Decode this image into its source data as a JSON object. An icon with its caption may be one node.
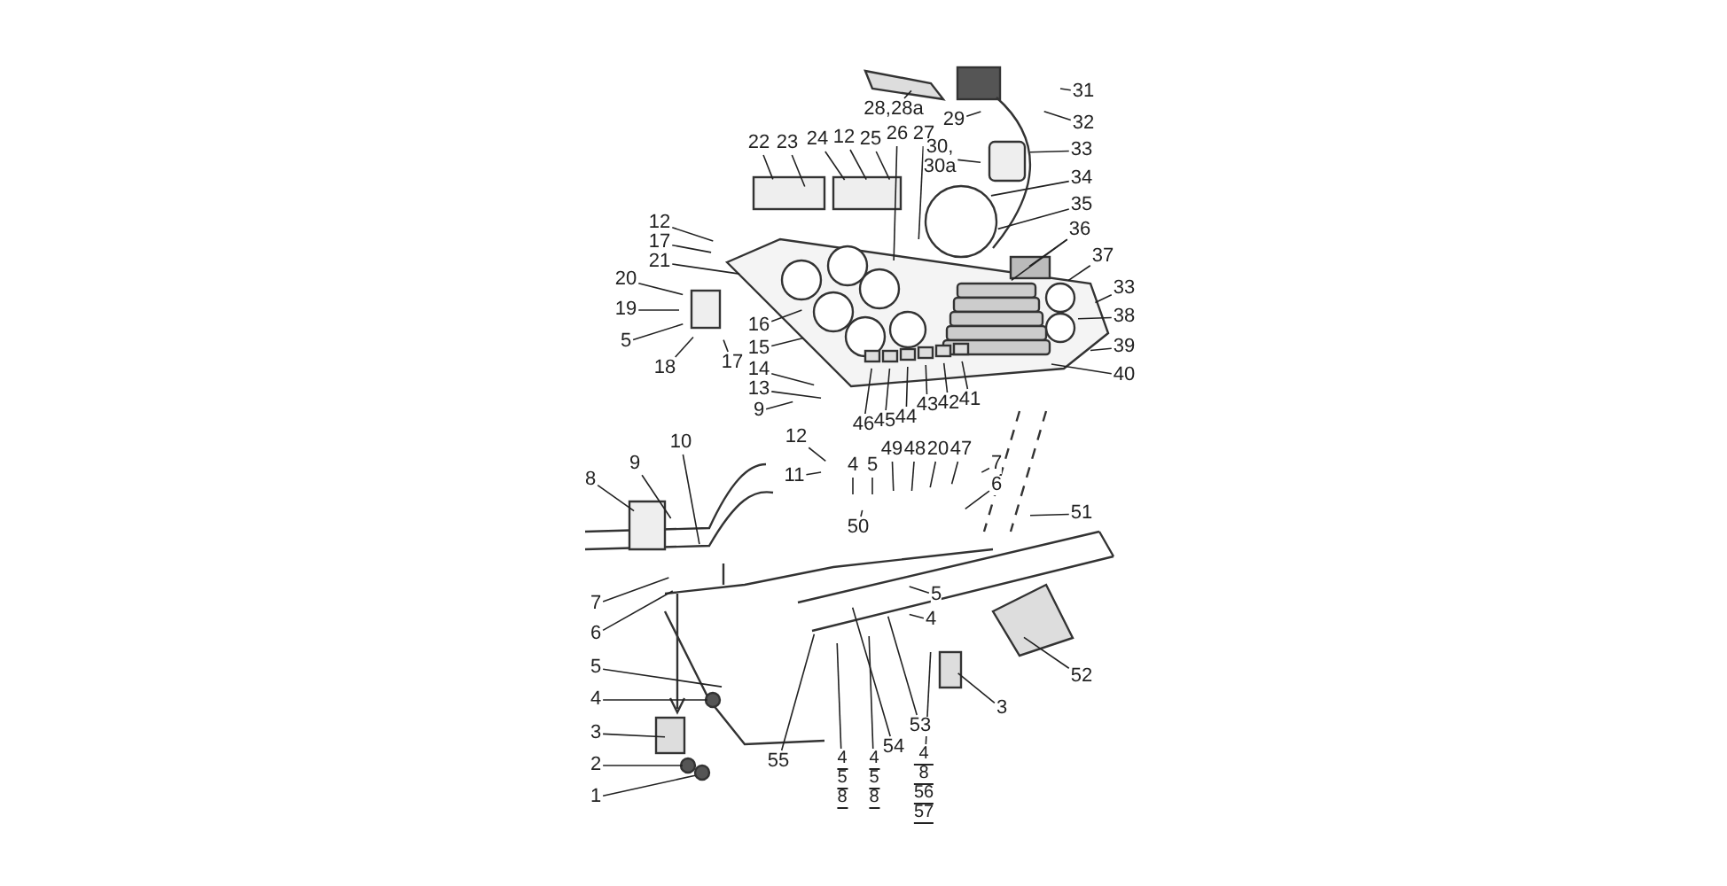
{
  "diagram": {
    "nodes": [
      {
        "text": [
          "28,28a"
        ]
      },
      {
        "text": [
          "29"
        ]
      },
      {
        "text": [
          "31"
        ]
      },
      {
        "text": [
          "32"
        ]
      },
      {
        "text": [
          "22"
        ]
      },
      {
        "text": [
          "23"
        ]
      },
      {
        "text": [
          "24"
        ]
      },
      {
        "text": [
          "12"
        ]
      },
      {
        "text": [
          "25"
        ]
      },
      {
        "text": [
          "26"
        ]
      },
      {
        "text": [
          "27"
        ]
      },
      {
        "text": [
          "30, 30a"
        ]
      },
      {
        "text": [
          "33"
        ]
      },
      {
        "text": [
          "34"
        ]
      },
      {
        "text": [
          "35"
        ]
      },
      {
        "text": [
          "36"
        ]
      },
      {
        "text": [
          "37"
        ]
      },
      {
        "text": [
          "33"
        ]
      },
      {
        "text": [
          "38"
        ]
      },
      {
        "text": [
          "39"
        ]
      },
      {
        "text": [
          "40"
        ]
      },
      {
        "text": [
          "12"
        ]
      },
      {
        "text": [
          "17"
        ]
      },
      {
        "text": [
          "21"
        ]
      },
      {
        "text": [
          "20"
        ]
      },
      {
        "text": [
          "19"
        ]
      },
      {
        "text": [
          "5"
        ]
      },
      {
        "text": [
          "18"
        ]
      },
      {
        "text": [
          "17"
        ]
      },
      {
        "text": [
          "16"
        ]
      },
      {
        "text": [
          "15"
        ]
      },
      {
        "text": [
          "14"
        ]
      },
      {
        "text": [
          "13"
        ]
      },
      {
        "text": [
          "9"
        ]
      },
      {
        "text": [
          "46"
        ]
      },
      {
        "text": [
          "45"
        ]
      },
      {
        "text": [
          "44"
        ]
      },
      {
        "text": [
          "43"
        ]
      },
      {
        "text": [
          "42"
        ]
      },
      {
        "text": [
          "41"
        ]
      },
      {
        "text": [
          "12"
        ]
      },
      {
        "text": [
          "10"
        ]
      },
      {
        "text": [
          "9"
        ]
      },
      {
        "text": [
          "8"
        ]
      },
      {
        "text": [
          "11"
        ]
      },
      {
        "text": [
          "4"
        ]
      },
      {
        "text": [
          "5"
        ]
      },
      {
        "text": [
          "49"
        ]
      },
      {
        "text": [
          "48"
        ]
      },
      {
        "text": [
          "20"
        ]
      },
      {
        "text": [
          "47"
        ]
      },
      {
        "text": [
          "7"
        ]
      },
      {
        "text": [
          "6"
        ]
      },
      {
        "text": [
          "51"
        ]
      },
      {
        "text": [
          "50"
        ]
      },
      {
        "text": [
          "7"
        ]
      },
      {
        "text": [
          "6"
        ]
      },
      {
        "text": [
          "5"
        ]
      },
      {
        "text": [
          "5"
        ]
      },
      {
        "text": [
          "4"
        ]
      },
      {
        "text": [
          "52"
        ]
      },
      {
        "text": [
          "4"
        ]
      },
      {
        "text": [
          "3"
        ]
      },
      {
        "text": [
          "53"
        ]
      },
      {
        "text": [
          "3"
        ]
      },
      {
        "text": [
          "54"
        ]
      },
      {
        "text": [
          "55"
        ]
      },
      {
        "text": [
          "2"
        ]
      },
      {
        "text": [
          "4",
          "5",
          "8"
        ]
      },
      {
        "text": [
          "4",
          "5",
          "8"
        ]
      },
      {
        "text": [
          "4",
          "8",
          "56",
          "57"
        ]
      },
      {
        "text": [
          "1"
        ]
      }
    ],
    "edges": [
      {
        "from": 0,
        "to": null,
        "arrow": "none"
      },
      {
        "from": 1,
        "to": null,
        "arrow": "none"
      },
      {
        "from": 2,
        "to": null,
        "arrow": "none"
      },
      {
        "from": 3,
        "to": null,
        "arrow": "none"
      },
      {
        "from": 4,
        "to": null,
        "arrow": "none"
      },
      {
        "from": 5,
        "to": null,
        "arrow": "none"
      },
      {
        "from": 6,
        "to": null,
        "arrow": "none"
      },
      {
        "from": 7,
        "to": null,
        "arrow": "none"
      },
      {
        "from": 8,
        "to": null,
        "arrow": "none"
      },
      {
        "from": 9,
        "to": null,
        "arrow": "none"
      },
      {
        "from": 10,
        "to": null,
        "arrow": "none"
      },
      {
        "from": 11,
        "to": null,
        "arrow": "none"
      },
      {
        "from": 12,
        "to": null,
        "arrow": "none"
      },
      {
        "from": 13,
        "to": null,
        "arrow": "none"
      },
      {
        "from": 14,
        "to": null,
        "arrow": "none"
      },
      {
        "from": 15,
        "to": null,
        "arrow": "none"
      },
      {
        "from": 15,
        "to": null,
        "arrow": "none"
      },
      {
        "from": 16,
        "to": null,
        "arrow": "none"
      },
      {
        "from": 17,
        "to": null,
        "arrow": "none"
      },
      {
        "from": 18,
        "to": null,
        "arrow": "none"
      },
      {
        "from": 19,
        "to": null,
        "arrow": "none"
      },
      {
        "from": 20,
        "to": null,
        "arrow": "none"
      },
      {
        "from": 21,
        "to": null,
        "arrow": "none"
      },
      {
        "from": 22,
        "to": null,
        "arrow": "none"
      },
      {
        "from": 23,
        "to": null,
        "arrow": "none"
      },
      {
        "from": 24,
        "to": null,
        "arrow": "none"
      },
      {
        "from": 25,
        "to": null,
        "arrow": "none"
      },
      {
        "from": 26,
        "to": null,
        "arrow": "none"
      },
      {
        "from": 27,
        "to": null,
        "arrow": "none"
      },
      {
        "from": 28,
        "to": null,
        "arrow": "none"
      },
      {
        "from": 29,
        "to": null,
        "arrow": "none"
      },
      {
        "from": 30,
        "to": null,
        "arrow": "none"
      },
      {
        "from": 31,
        "to": null,
        "arrow": "none"
      },
      {
        "from": 32,
        "to": null,
        "arrow": "none"
      },
      {
        "from": 33,
        "to": null,
        "arrow": "none"
      },
      {
        "from": 34,
        "to": null,
        "arrow": "none"
      },
      {
        "from": 35,
        "to": null,
        "arrow": "none"
      },
      {
        "from": 36,
        "to": null,
        "arrow": "none"
      },
      {
        "from": 37,
        "to": null,
        "arrow": "none"
      },
      {
        "from": 38,
        "to": null,
        "arrow": "none"
      },
      {
        "from": 39,
        "to": null,
        "arrow": "none"
      },
      {
        "from": 40,
        "to": null,
        "arrow": "none"
      },
      {
        "from": 41,
        "to": null,
        "arrow": "none"
      },
      {
        "from": 42,
        "to": null,
        "arrow": "none"
      },
      {
        "from": 43,
        "to": null,
        "arrow": "none"
      },
      {
        "from": 44,
        "to": null,
        "arrow": "none"
      },
      {
        "from": 45,
        "to": null,
        "arrow": "none"
      },
      {
        "from": 46,
        "to": null,
        "arrow": "none"
      },
      {
        "from": 47,
        "to": null,
        "arrow": "none"
      },
      {
        "from": 48,
        "to": null,
        "arrow": "none"
      },
      {
        "from": 49,
        "to": null,
        "arrow": "none"
      },
      {
        "from": 50,
        "to": null,
        "arrow": "none"
      },
      {
        "from": 51,
        "to": null,
        "arrow": "none"
      },
      {
        "from": 52,
        "to": null,
        "arrow": "none"
      },
      {
        "from": 53,
        "to": null,
        "arrow": "none"
      },
      {
        "from": 54,
        "to": null,
        "arrow": "none"
      },
      {
        "from": 55,
        "to": null,
        "arrow": "none"
      },
      {
        "from": 56,
        "to": null,
        "arrow": "none"
      },
      {
        "from": 57,
        "to": null,
        "arrow": "none"
      },
      {
        "from": 58,
        "to": null,
        "arrow": "none"
      },
      {
        "from": 59,
        "to": null,
        "arrow": "none"
      },
      {
        "from": 60,
        "to": null,
        "arrow": "none"
      },
      {
        "from": 61,
        "to": null,
        "arrow": "none"
      },
      {
        "from": 62,
        "to": null,
        "arrow": "none"
      },
      {
        "from": 63,
        "to": null,
        "arrow": "none"
      },
      {
        "from": 64,
        "to": null,
        "arrow": "none"
      },
      {
        "from": 65,
        "to": null,
        "arrow": "none"
      },
      {
        "from": 66,
        "to": null,
        "arrow": "none"
      },
      {
        "from": 67,
        "to": null,
        "arrow": "none"
      },
      {
        "from": 68,
        "to": null,
        "arrow": "none"
      },
      {
        "from": 69,
        "to": null,
        "arrow": "none"
      },
      {
        "from": 70,
        "to": null,
        "arrow": "none"
      },
      {
        "from": 71,
        "to": null,
        "arrow": "none"
      }
    ]
  }
}
